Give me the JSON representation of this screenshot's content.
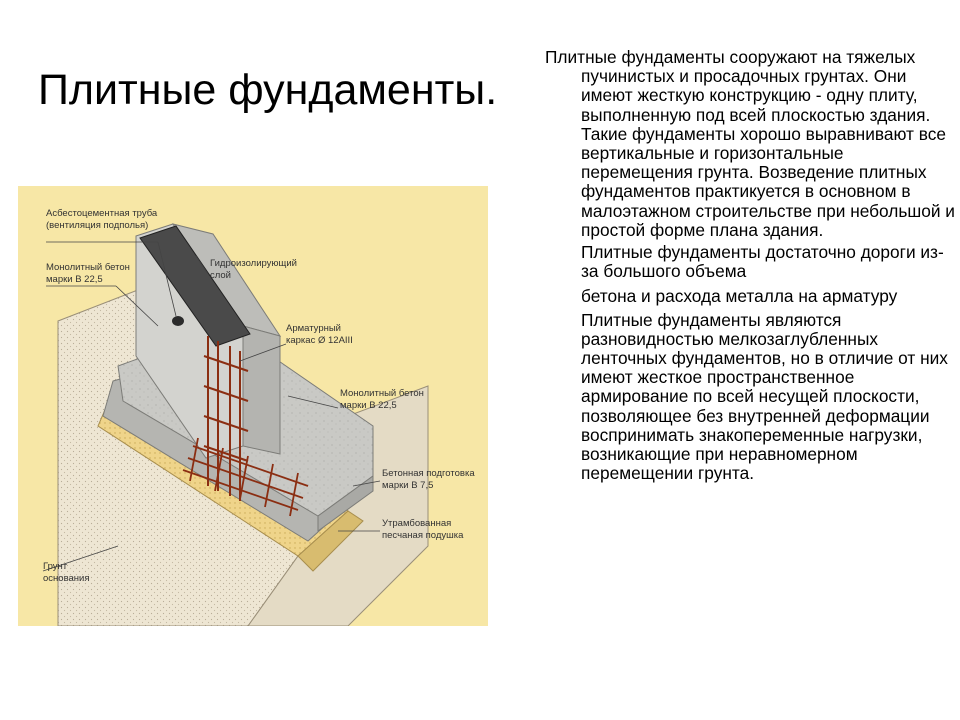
{
  "slide": {
    "title": "Плитные фундаменты.",
    "paragraphs": [
      "Плитные фундаменты сооружают на тяжелых пучинистых и просадочных грунтах. Они имеют жесткую конструкцию - одну плиту, выполненную под всей плоскостью здания. Такие фундаменты хорошо выравнивают все вертикальные и горизонтальные перемещения грунта. Возведение плитных фундаментов практикуется в основном в малоэтажном строительстве при небольшой и простой форме плана здания.",
      "Плитные фундаменты достаточно дороги из-за большого объема",
      "бетона и расхода металла на арматуру",
      "Плитные фундаменты являются разновидностью мелкозаглубленных ленточных фундаментов, но в отличие от них имеют жесткое пространственное армирование по всей несущей плоскости, позволяющее без внутренней деформации воспринимать знакопеременные нагрузки, возникающие при неравномерном перемещении грунта."
    ]
  },
  "diagram": {
    "labels": {
      "pipe_1": "Асбестоцементная труба",
      "pipe_2": "(вентиляция подполья)",
      "concrete_top_1": "Монолитный бетон",
      "concrete_top_2": "марки В 22,5",
      "waterproof_1": "Гидроизолирующий",
      "waterproof_2": "слой",
      "rebar_1": "Арматурный",
      "rebar_2": "каркас Ø 12АIII",
      "concrete_mid_1": "Монолитный бетон",
      "concrete_mid_2": "марки В 22,5",
      "prep_1": "Бетонная подготовка",
      "prep_2": "марки В 7,5",
      "sand_1": "Утрамбованная",
      "sand_2": "песчаная подушка",
      "soil_1": "Грунт",
      "soil_2": "основания"
    },
    "colors": {
      "background": "#f7e7a6",
      "soil": "#eee6d3",
      "concrete": "#c7c7c3",
      "concrete_dark": "#9e9e9a",
      "sand": "#efd48a",
      "waterproof": "#4a4a4a",
      "rebar": "#8b2e12"
    }
  }
}
